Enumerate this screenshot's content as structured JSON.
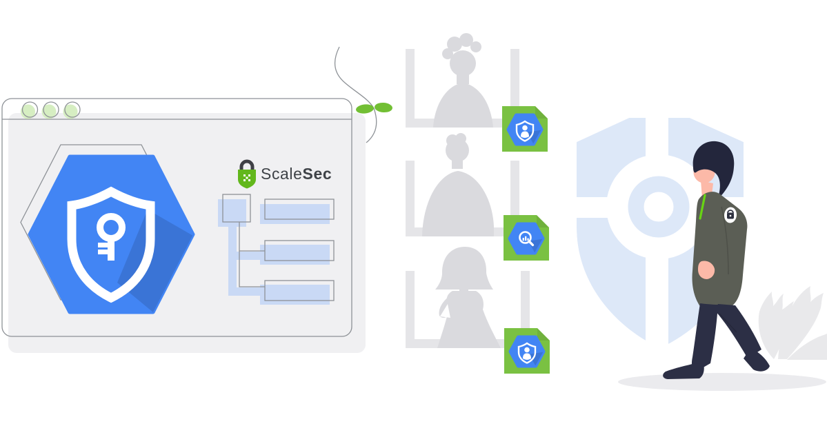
{
  "logo": {
    "scale": "Scale",
    "sec": "Sec"
  },
  "colors": {
    "outline": "#8d9196",
    "window-body": "#f0f0f2",
    "dot-green": "#d6eec2",
    "hex-blue": "#4285f4",
    "flow-fill": "#c9d9f5",
    "badge-green": "#7ac142",
    "lock-green": "#62b71c",
    "shackle": "#3f4045",
    "dark-text": "#3e4247",
    "frame-gray": "#e5e5e8",
    "sil-gray": "#dadade",
    "shield-blue": "#dde8f8",
    "leaf-green": "#72bf34",
    "jacket": "#5b5e55",
    "skin": "#fcb9a8",
    "hair": "#23263c",
    "pants": "#2c2f45",
    "zip-green": "#68d413",
    "plant-gray": "#e9e9eb",
    "ground-gray": "#ebebee",
    "white": "#ffffff"
  },
  "icons": {
    "window-control-dots": "three outlined circles with green fill",
    "scalesec-lock-icon": "green padlock with dark shackle and white pattern",
    "iam-shield-key-icon": "white shield with key inside blue hexagon",
    "iam-user-badge-icon": "white shield with user inside blue hexagon on green folded card",
    "bigquery-badge-icon": "white magnifier with bar chart inside blue hexagon on green folded card",
    "security-shield-icon": "light blue segmented shield with center ring",
    "sprout-icon": "two green leaves on a thin curled vine",
    "sleeve-lock-badge-icon": "dark padlock in white oval on jacket sleeve"
  }
}
